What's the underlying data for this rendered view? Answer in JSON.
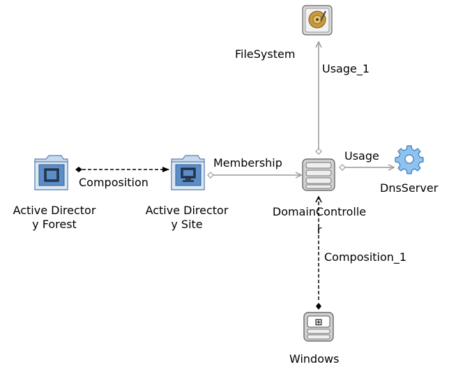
{
  "nodes": {
    "filesystem": {
      "label": "FileSystem",
      "icon": "hard-disk-icon"
    },
    "ad_forest": {
      "label_line1": "Active Director",
      "label_line2": "y Forest",
      "icon": "folder-window-icon"
    },
    "ad_site": {
      "label_line1": "Active Director",
      "label_line2": "y Site",
      "icon": "folder-monitor-icon"
    },
    "domain_controller": {
      "label_line1": "DomainControlle",
      "label_line2": "r",
      "icon": "server-stack-icon"
    },
    "dns_server": {
      "label": "DnsServer",
      "icon": "gear-icon"
    },
    "windows": {
      "label": "Windows",
      "icon": "windows-logo-icon"
    }
  },
  "edges": {
    "usage_1": {
      "label": "Usage_1",
      "style": "solid"
    },
    "membership": {
      "label": "Membership",
      "style": "solid"
    },
    "usage": {
      "label": "Usage",
      "style": "solid"
    },
    "composition": {
      "label": "Composition",
      "style": "dashed"
    },
    "composition_1": {
      "label": "Composition_1",
      "style": "dashed"
    }
  },
  "colors": {
    "edge_solid": "#999999",
    "edge_dashed": "#000000",
    "folder": "#5b8ec8",
    "folder_light": "#dde8f5"
  }
}
